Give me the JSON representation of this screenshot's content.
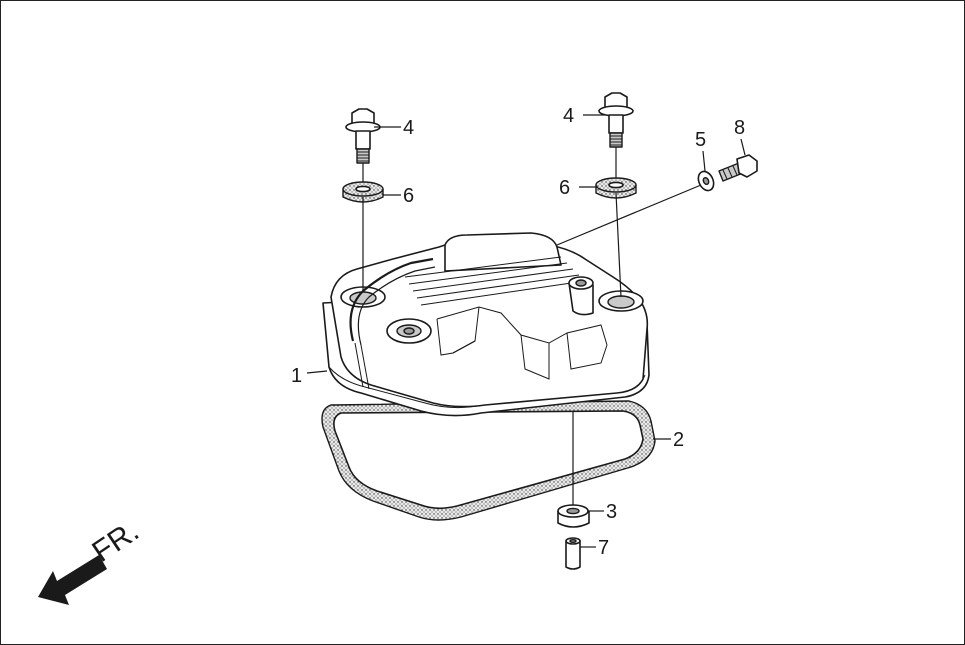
{
  "callouts": {
    "cover": "1",
    "gasket": "2",
    "grommet": "3",
    "bolt_left": "4",
    "bolt_right": "4",
    "washer_small": "5",
    "washer_left": "6",
    "washer_right": "6",
    "dowel": "7",
    "screw": "8"
  },
  "direction": {
    "label": "FR."
  }
}
